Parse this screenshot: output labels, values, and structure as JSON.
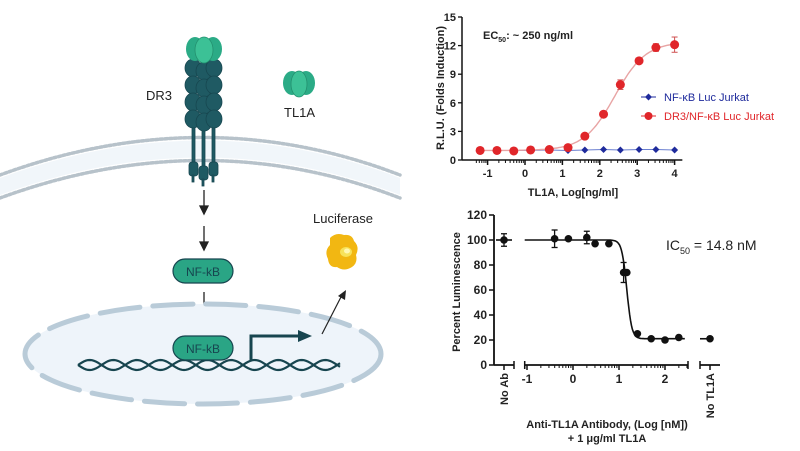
{
  "pathway": {
    "receptor_label": "DR3",
    "ligand_label": "TL1A",
    "cytoplasm_factor_label": "NF-kB",
    "nuclear_factor_label": "NF-kB",
    "reporter_label": "Luciferase",
    "colors": {
      "ligand": "#2bab86",
      "receptor": "#1f5a63",
      "nfkb_fill": "#2aa585",
      "dna": "#17454f",
      "membrane": "#b8c4cc",
      "nucleus_fill": "#eef4fa",
      "luciferase": "#f2b712"
    }
  },
  "chart_data": [
    {
      "type": "line",
      "title": "",
      "annotation": "EC50: ~ 250 ng/ml",
      "annotation_main": "EC",
      "annotation_sub": "50",
      "annotation_rest": ": ~ 250 ng/ml",
      "xlabel": "TL1A, Log[ng/ml]",
      "ylabel": "R.L.U. (Folds Induction)",
      "xlim": [
        -1.3,
        4.1
      ],
      "ylim": [
        0,
        15
      ],
      "xticks": [
        -1,
        0,
        1,
        2,
        3,
        4
      ],
      "yticks": [
        0,
        3,
        6,
        9,
        12,
        15
      ],
      "legend_position": "right",
      "series": [
        {
          "name": "NF-κB Luc Jurkat",
          "color": "#1f2b9c",
          "marker": "diamond",
          "x": [
            -1.2,
            -0.75,
            -0.3,
            0.15,
            0.65,
            1.15,
            1.6,
            2.1,
            2.55,
            3.05,
            3.5,
            4.0
          ],
          "y": [
            1.0,
            1.0,
            1.0,
            1.0,
            1.05,
            1.0,
            1.05,
            1.1,
            1.05,
            1.1,
            1.1,
            1.05
          ]
        },
        {
          "name": "DR3/NF-κB Luc Jurkat",
          "color": "#e0262a",
          "marker": "circle",
          "x": [
            -1.2,
            -0.75,
            -0.3,
            0.15,
            0.65,
            1.15,
            1.6,
            2.1,
            2.55,
            3.05,
            3.5,
            4.0
          ],
          "y": [
            1.0,
            1.0,
            0.95,
            1.05,
            1.1,
            1.3,
            2.5,
            4.8,
            7.9,
            10.4,
            11.8,
            12.1
          ],
          "err": [
            0,
            0,
            0,
            0.1,
            0.1,
            0.15,
            0.15,
            0.15,
            0.5,
            0.2,
            0.4,
            0.8
          ]
        }
      ]
    },
    {
      "type": "scatter",
      "title": "",
      "annotation": "IC50 = 14.8 nM",
      "annotation_main": "IC",
      "annotation_sub": "50",
      "annotation_rest": " = 14.8 nM",
      "xlabel_line1": "Anti-TL1A Antibody, (Log [nM])",
      "xlabel_line2": "+ 1 μg/ml TL1A",
      "ylabel": "Percent Luminescence",
      "xlim": [
        -1.05,
        2.5
      ],
      "ylim": [
        0,
        120
      ],
      "xticks": [
        -1,
        0,
        1,
        2
      ],
      "yticks": [
        0,
        20,
        40,
        60,
        80,
        100,
        120
      ],
      "control_labels": [
        "No Ab",
        "No TL1A"
      ],
      "controls": [
        {
          "name": "No Ab",
          "y": 100,
          "err": 5
        },
        {
          "name": "No TL1A",
          "y": 21,
          "err": 0
        }
      ],
      "series": [
        {
          "name": "Anti-TL1A Antibody",
          "color": "#111111",
          "x": [
            -0.4,
            -0.1,
            0.3,
            0.48,
            0.78,
            1.1,
            1.17,
            1.4,
            1.7,
            2.0,
            2.3
          ],
          "y": [
            101,
            101,
            102,
            97,
            97,
            74,
            74,
            25,
            21,
            20,
            22
          ],
          "err": [
            7,
            0,
            5,
            0,
            0,
            8,
            0,
            0,
            0,
            0,
            0
          ]
        }
      ],
      "fit": {
        "top": 100,
        "bottom": 21,
        "log_ic50": 1.17,
        "hill": -8
      }
    }
  ]
}
